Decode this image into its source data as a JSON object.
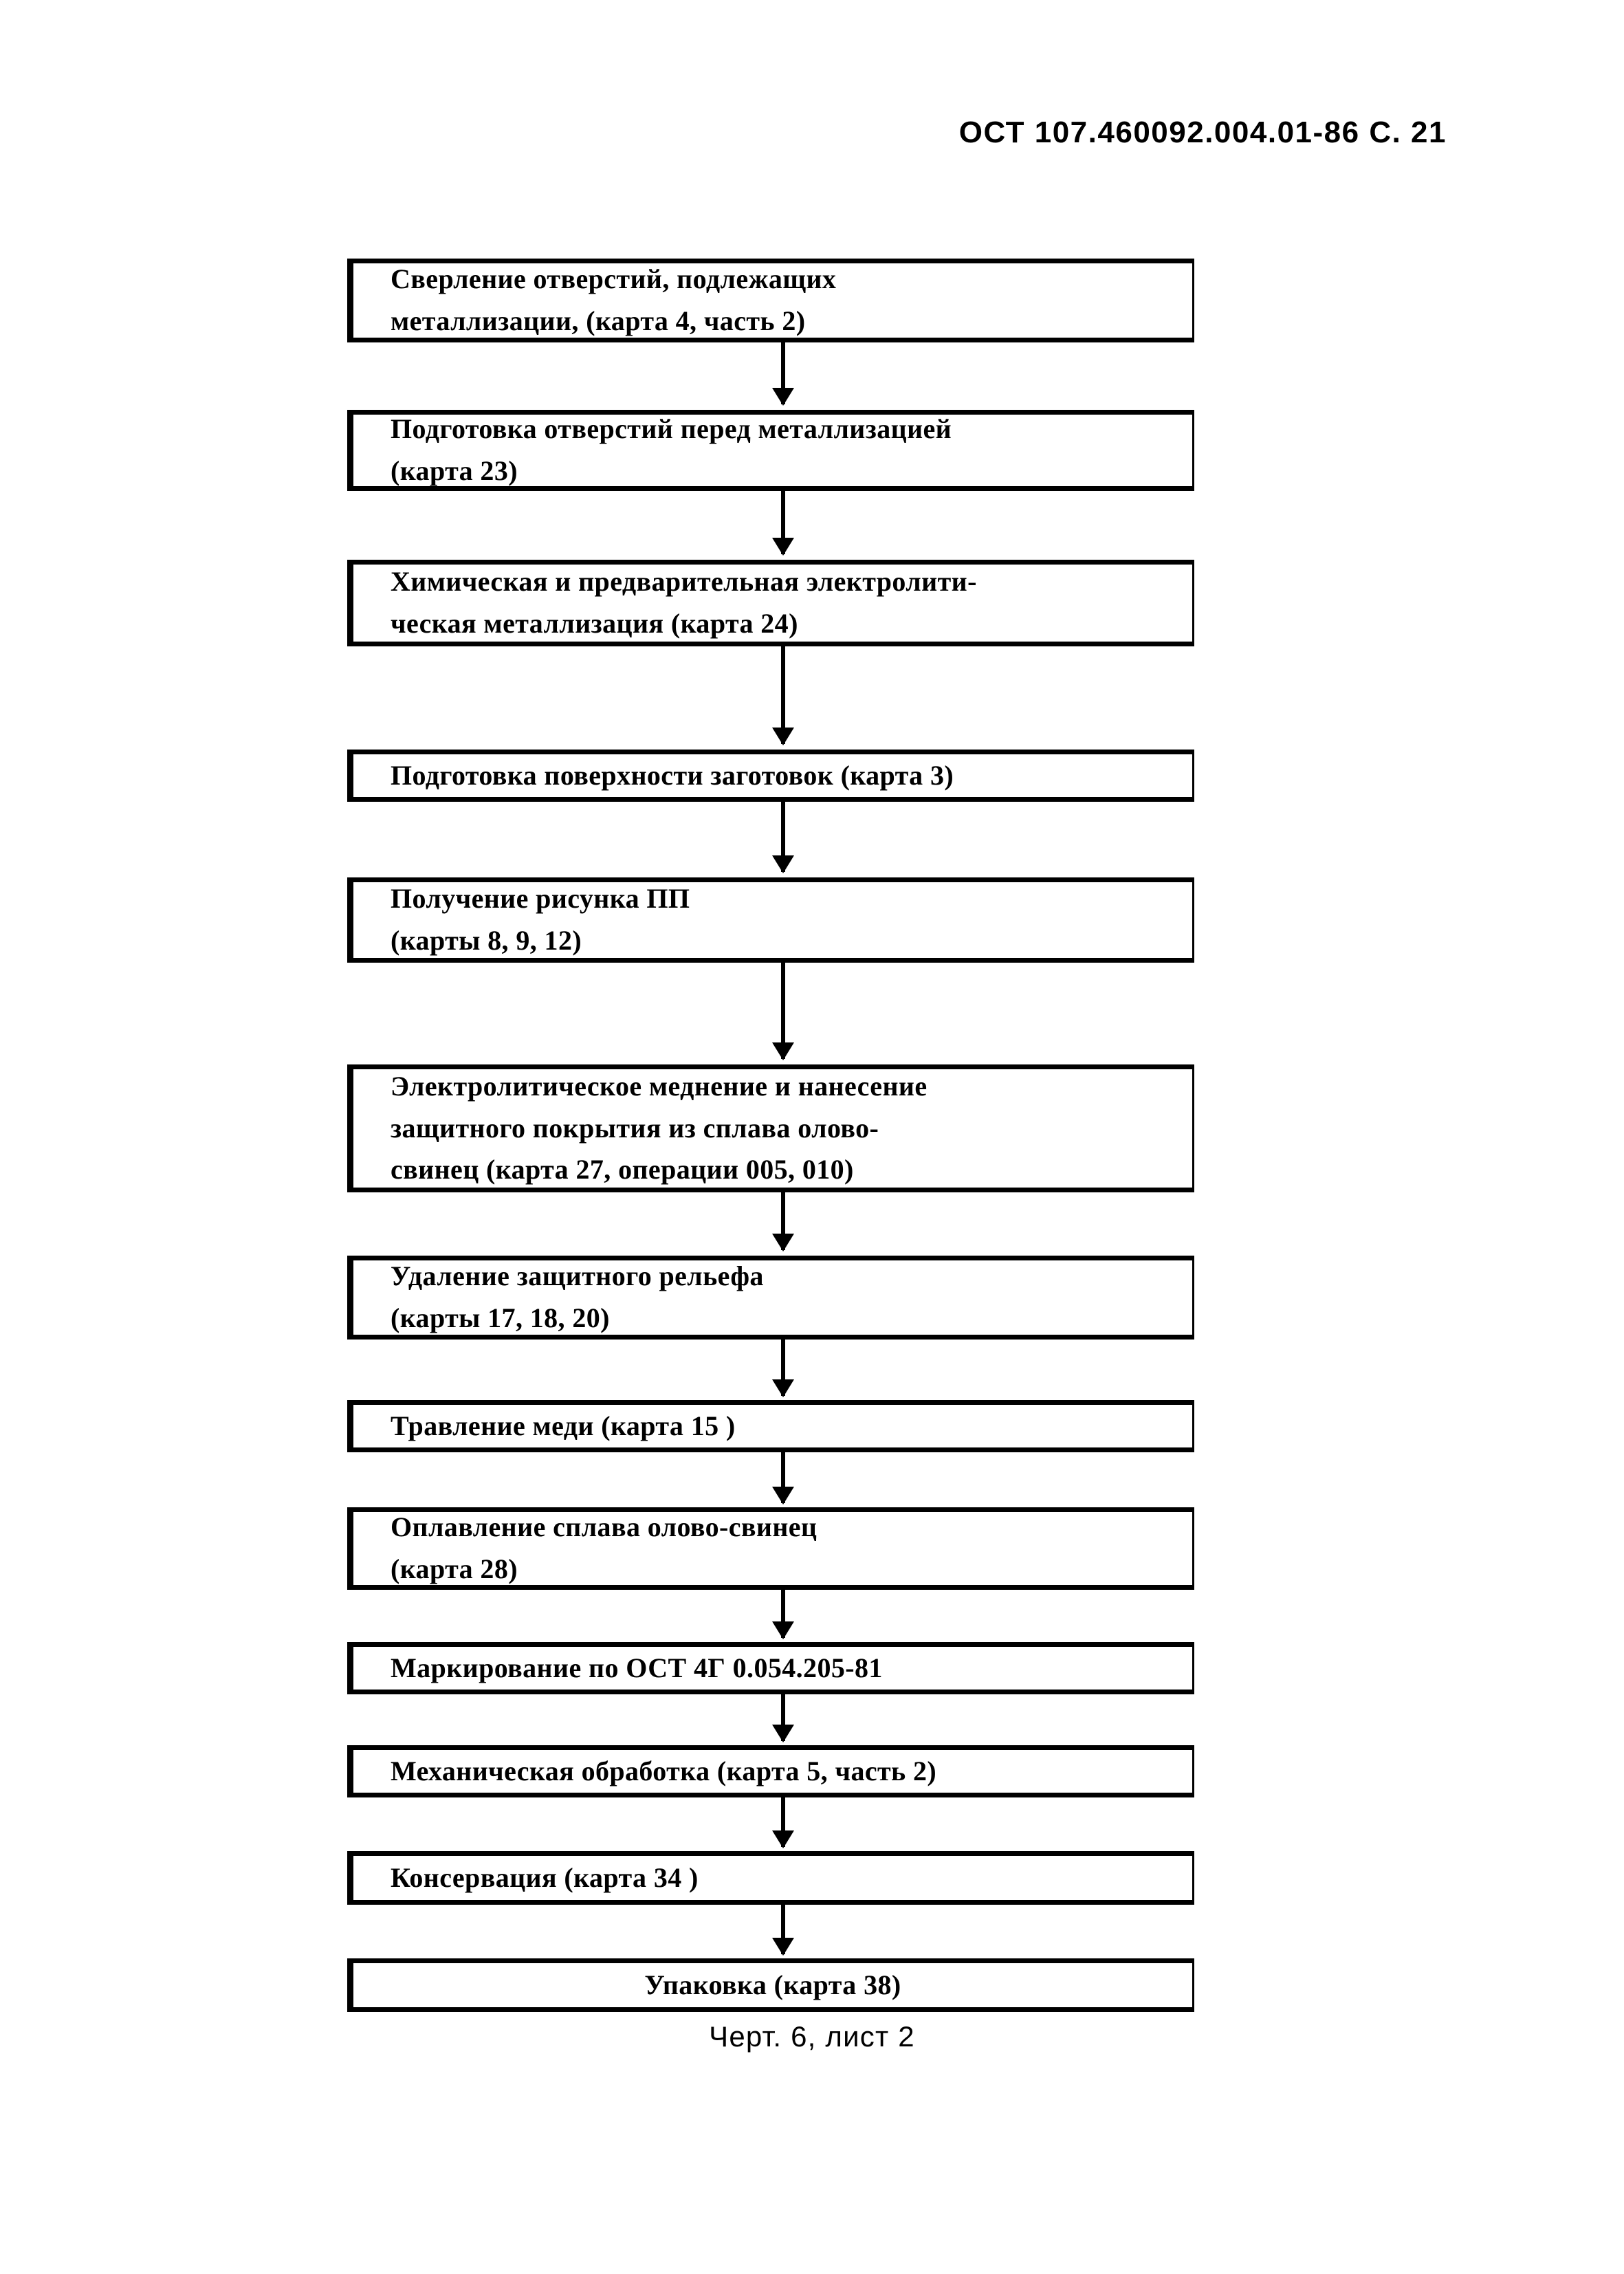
{
  "document": {
    "header": "ОСТ 107.460092.004.01-86 С. 21",
    "caption": "Черт. 6, лист 2"
  },
  "flowchart": {
    "title": "Черт. 6, лист 2",
    "orientation": "top-to-bottom",
    "connector": "down-arrow",
    "nodes": [
      {
        "id": "node-1",
        "lines": [
          "Сверление отверстий, подлежащих",
          "металлизации, (карта 4, часть 2)"
        ],
        "align": "left"
      },
      {
        "id": "node-2",
        "lines": [
          "Подготовка отверстий перед металлизацией",
          "(карта 23)"
        ],
        "align": "left"
      },
      {
        "id": "node-3",
        "lines": [
          "Химическая и предварительная электролити-",
          "ческая металлизация (карта 24)"
        ],
        "align": "left"
      },
      {
        "id": "node-4",
        "lines": [
          "Подготовка поверхности заготовок (карта 3)"
        ],
        "align": "left"
      },
      {
        "id": "node-5",
        "lines": [
          "Получение рисунка ПП",
          "(карты 8, 9, 12)"
        ],
        "align": "left"
      },
      {
        "id": "node-6",
        "lines": [
          "Электролитическое меднение и нанесение",
          "защитного покрытия из сплава олово-",
          "свинец (карта 27, операции 005, 010)"
        ],
        "align": "left"
      },
      {
        "id": "node-7",
        "lines": [
          "Удаление защитного рельефа",
          "(карты 17, 18, 20)"
        ],
        "align": "left"
      },
      {
        "id": "node-8",
        "lines": [
          "Травление меди (карта 15 )"
        ],
        "align": "left"
      },
      {
        "id": "node-9",
        "lines": [
          "Оплавление сплава олово-свинец",
          "(карта 28)"
        ],
        "align": "left"
      },
      {
        "id": "node-10",
        "lines": [
          "Маркирование по ОСТ 4Г 0.054.205-81"
        ],
        "align": "left"
      },
      {
        "id": "node-11",
        "lines": [
          "Механическая обработка (карта 5, часть 2)"
        ],
        "align": "left"
      },
      {
        "id": "node-12",
        "lines": [
          "Консервация (карта 34 )"
        ],
        "align": "left"
      },
      {
        "id": "node-13",
        "lines": [
          "Упаковка (карта 38)"
        ],
        "align": "center"
      }
    ]
  }
}
